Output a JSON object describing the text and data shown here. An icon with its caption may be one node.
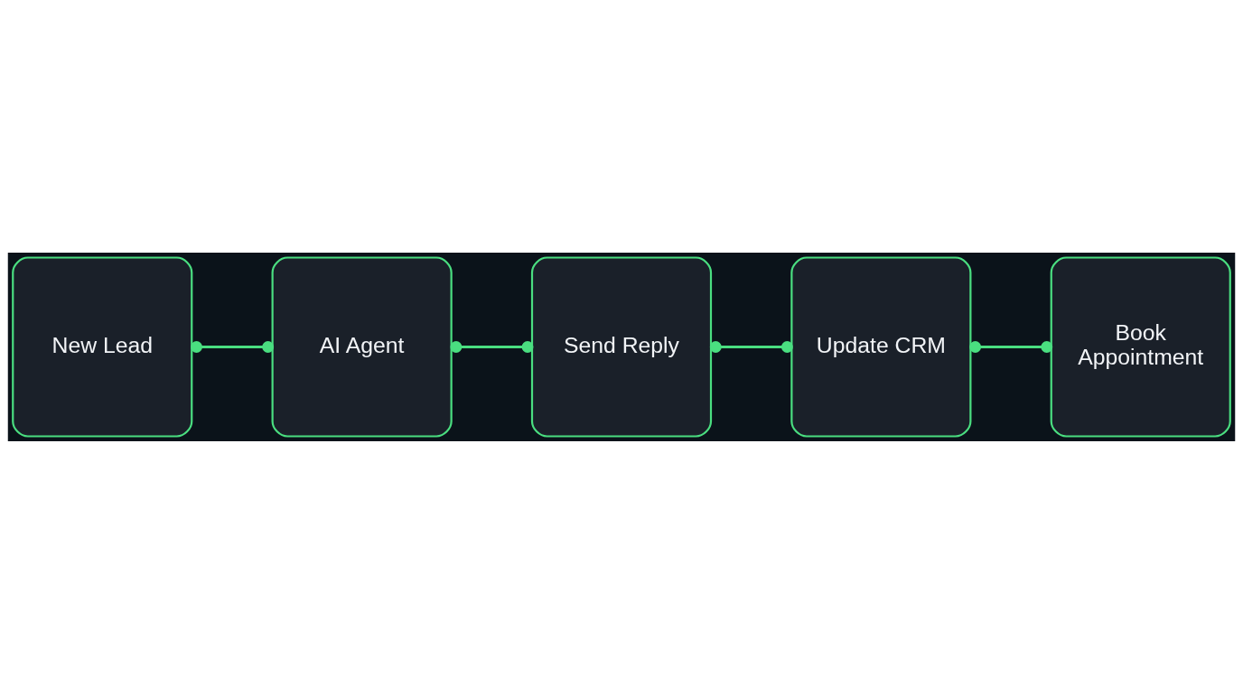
{
  "diagram": {
    "nodes": [
      {
        "text": [
          "New Lead"
        ]
      },
      {
        "text": [
          "AI Agent"
        ]
      },
      {
        "text": [
          "Send Reply"
        ]
      },
      {
        "text": [
          "Update CRM"
        ]
      },
      {
        "text": [
          "Book Appointment"
        ]
      }
    ],
    "edges": [
      {
        "from": 0,
        "to": 1,
        "arrow": "other"
      },
      {
        "from": 1,
        "to": 2,
        "arrow": "other"
      },
      {
        "from": 2,
        "to": 3,
        "arrow": "other"
      },
      {
        "from": 3,
        "to": 4,
        "arrow": "other"
      }
    ]
  }
}
